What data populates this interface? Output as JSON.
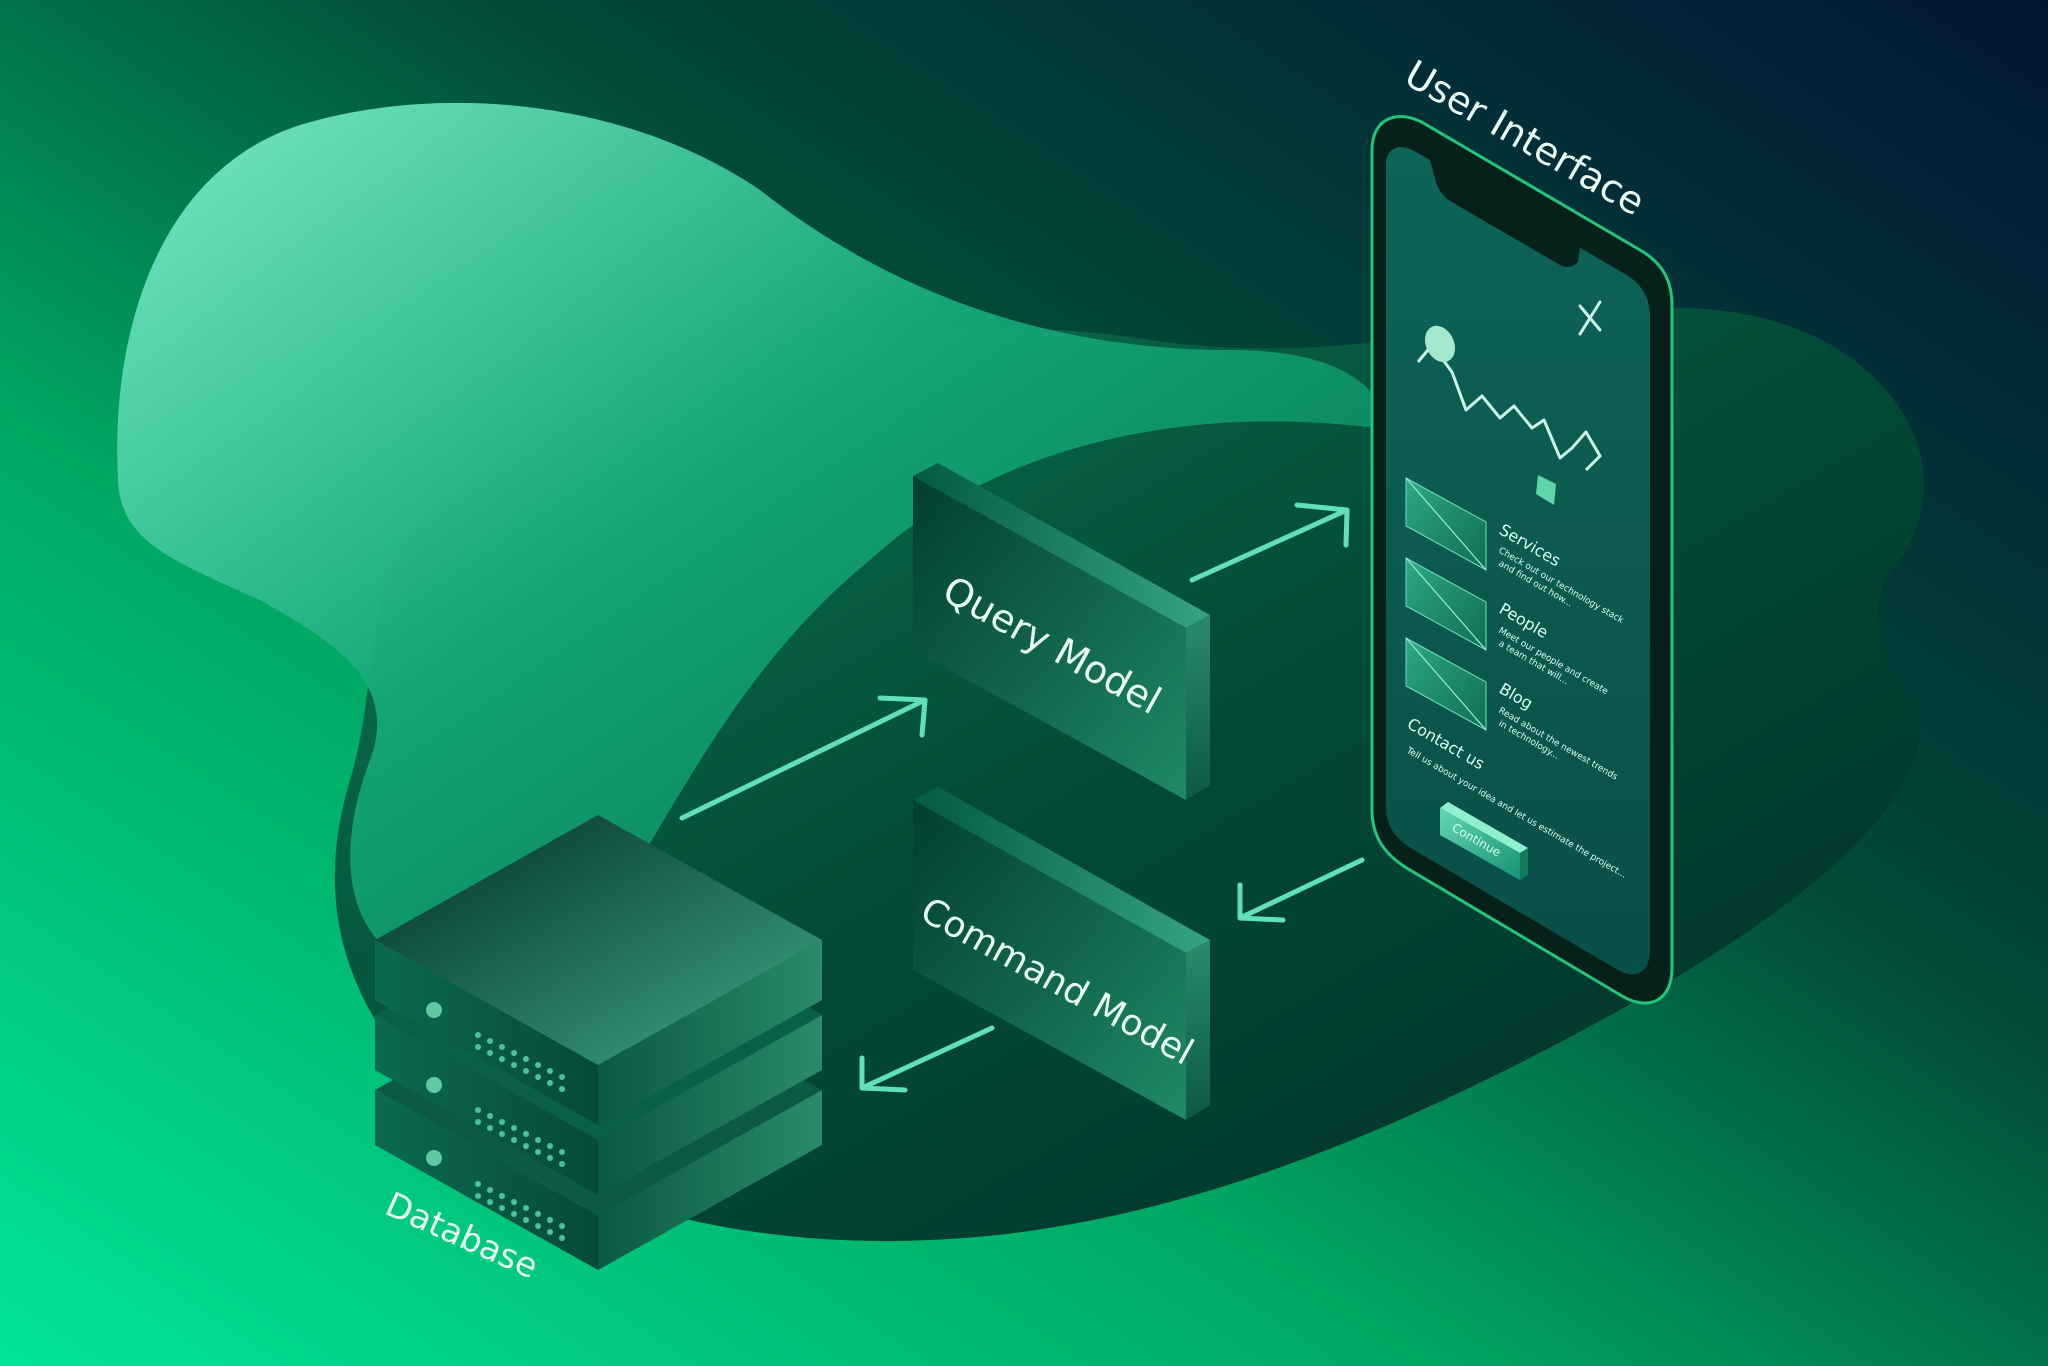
{
  "diagram": {
    "nodes": {
      "database": {
        "label": "Database"
      },
      "query_model": {
        "label": "Query Model"
      },
      "command_model": {
        "label": "Command Model"
      },
      "user_interface": {
        "label": "User Interface"
      }
    },
    "edges": [
      {
        "from": "database",
        "to": "query_model"
      },
      {
        "from": "query_model",
        "to": "user_interface"
      },
      {
        "from": "user_interface",
        "to": "command_model"
      },
      {
        "from": "command_model",
        "to": "database"
      }
    ]
  },
  "phone_screen": {
    "items": [
      {
        "title": "Services",
        "text_line1": "Check out our technology stack",
        "text_line2": "and find out how..."
      },
      {
        "title": "People",
        "text_line1": "Meet our people and create",
        "text_line2": "a team that will..."
      },
      {
        "title": "Blog",
        "text_line1": "Read about the newest trends",
        "text_line2": "in technology..."
      }
    ],
    "contact_title": "Contact us",
    "contact_text": "Tell us about your idea and let us estimate the project...",
    "continue_label": "Continue"
  },
  "colors": {
    "background_bright": "#00d98e",
    "background_dark": "#021a38",
    "accent": "#5fe0b8"
  },
  "icons": [
    "close-icon",
    "line-chart-icon",
    "server-icon"
  ]
}
